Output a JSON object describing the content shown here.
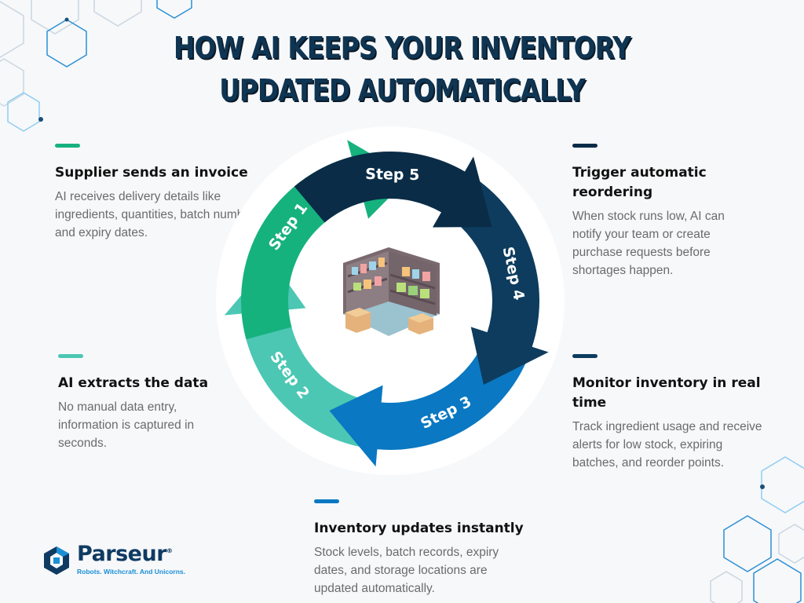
{
  "title": {
    "line1": "HOW AI KEEPS YOUR INVENTORY",
    "line2": "UPDATED AUTOMATICALLY"
  },
  "steps": [
    {
      "label": "Step 1",
      "heading": "Supplier sends an invoice",
      "text": "AI receives delivery details like ingredients, quantities, batch numbers, and expiry dates.",
      "color": "#16b27e"
    },
    {
      "label": "Step 2",
      "heading": "AI extracts the data",
      "text": "No manual data entry, information is captured in seconds.",
      "color": "#4cc7b3"
    },
    {
      "label": "Step 3",
      "heading": "Inventory updates instantly",
      "text": "Stock levels, batch records, expiry dates, and storage locations are updated automatically.",
      "color": "#0a78c2"
    },
    {
      "label": "Step 4",
      "heading": "Monitor inventory in real time",
      "text": "Track ingredient usage and receive alerts for low stock, expiring batches, and reorder points.",
      "color": "#0d3c5e"
    },
    {
      "label": "Step 5",
      "heading": "Trigger automatic reordering",
      "text": "When stock runs low, AI can notify your team or create purchase requests before shortages happen.",
      "color": "#0a2c47"
    }
  ],
  "center_icon": "warehouse-shelves-icon",
  "logo": {
    "name": "Parseur",
    "mark": "®",
    "tagline": "Robots. Witchcraft. And Unicorns.",
    "icon": "parseur-logo-icon"
  },
  "colors": {
    "title": "#0f3552",
    "text_muted": "#6b6b6b",
    "hex_decoration": "#5fc0ef"
  }
}
